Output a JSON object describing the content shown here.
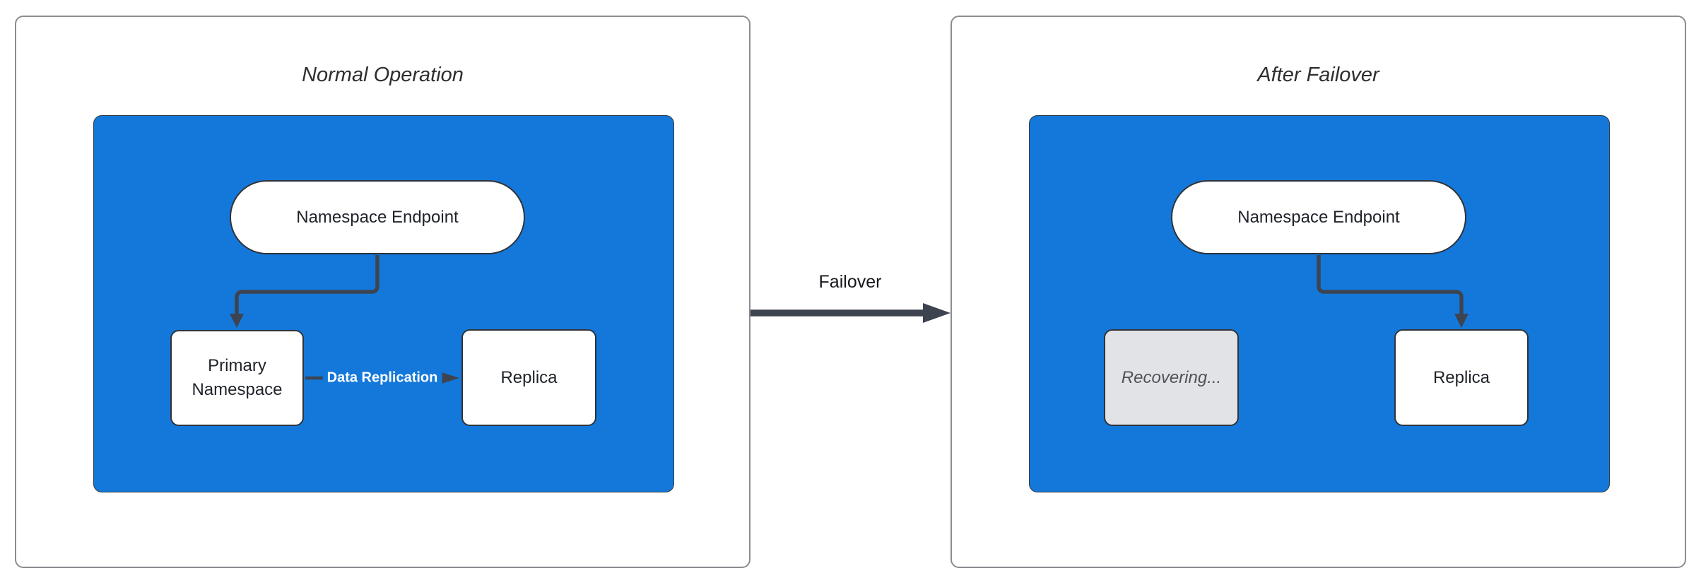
{
  "colors": {
    "container_fill": "#1478db",
    "container_border": "#343a41",
    "node_fill": "#ffffff",
    "node_border": "#2f3338",
    "node_text": "#1f2329",
    "edge_color": "#3d4450",
    "edge_label_text": "#ffffff",
    "recovering_fill": "#e2e3e6",
    "recovering_text": "#4e535b",
    "panel_border": "#8a8d91",
    "title_text": "#2e2e2e",
    "page_bg": "#ffffff"
  },
  "panels": [
    {
      "title": "Normal Operation",
      "endpoint": "Namespace Endpoint",
      "primary": "Primary Namespace",
      "replica": "Replica",
      "edge_label": "Data Replication"
    },
    {
      "title": "After Failover",
      "endpoint": "Namespace Endpoint",
      "recovering": "Recovering...",
      "replica": "Replica"
    }
  ],
  "failover": {
    "label": "Failover"
  }
}
